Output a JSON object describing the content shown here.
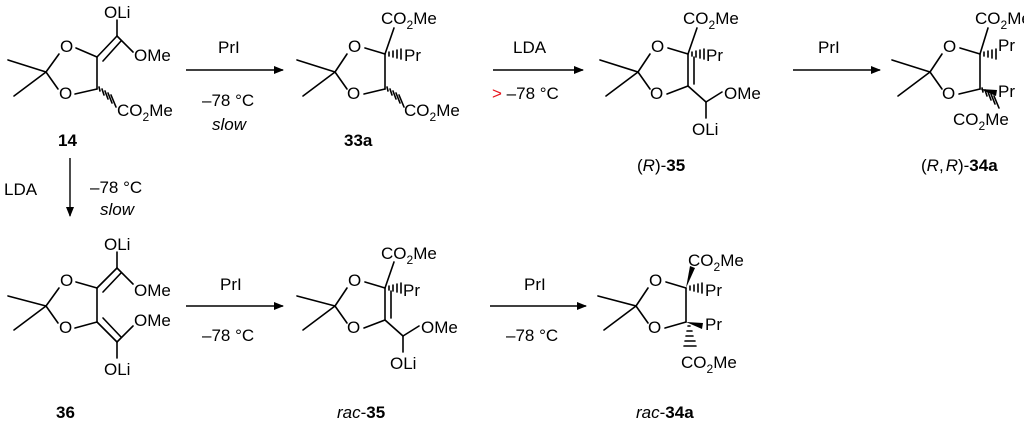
{
  "compounds": {
    "c14": {
      "label": "14",
      "oli": "OLi",
      "ome": "OMe",
      "co2me_1": "CO",
      "co2me_2": "2",
      "co2me_3": "Me",
      "o_top": "O",
      "o_bot": "O"
    },
    "c33a": {
      "label": "33a",
      "co2me_top_1": "CO",
      "co2me_top_2": "2",
      "co2me_top_3": "Me",
      "pr": "Pr",
      "co2me_1": "CO",
      "co2me_2": "2",
      "co2me_3": "Me",
      "o_top": "O",
      "o_bot": "O"
    },
    "cR35": {
      "prefix": "(",
      "stereo": "R",
      "suffix": ")-",
      "label": "35",
      "co2me_1": "CO",
      "co2me_2": "2",
      "co2me_3": "Me",
      "pr": "Pr",
      "ome": "OMe",
      "oli": "OLi",
      "o_top": "O",
      "o_bot": "O"
    },
    "cRR34a": {
      "prefix": "(",
      "stereo1": "R",
      "comma": ",",
      "stereo2": "R",
      "suffix": ")-",
      "label": "34a",
      "co2me_top_1": "CO",
      "co2me_top_2": "2",
      "co2me_top_3": "Me",
      "pr1": "Pr",
      "pr2": "Pr",
      "co2me_1": "CO",
      "co2me_2": "2",
      "co2me_3": "Me",
      "o_top": "O",
      "o_bot": "O"
    },
    "c36": {
      "label": "36",
      "oli_top": "OLi",
      "ome_top": "OMe",
      "ome_bot": "OMe",
      "oli_bot": "OLi",
      "o_top": "O",
      "o_bot": "O"
    },
    "rac35": {
      "prefix": "rac",
      "dash": "-",
      "label": "35",
      "co2me_1": "CO",
      "co2me_2": "2",
      "co2me_3": "Me",
      "pr": "Pr",
      "ome": "OMe",
      "oli": "OLi",
      "o_top": "O",
      "o_bot": "O"
    },
    "rac34a": {
      "prefix": "rac",
      "dash": "-",
      "label": "34a",
      "co2me_top_1": "CO",
      "co2me_top_2": "2",
      "co2me_top_3": "Me",
      "pr1": "Pr",
      "pr2": "Pr",
      "co2me_1": "CO",
      "co2me_2": "2",
      "co2me_3": "Me",
      "o_top": "O",
      "o_bot": "O"
    }
  },
  "arrows": {
    "a1": {
      "reagent": "PrI",
      "temp": "–78 °C",
      "note": "slow"
    },
    "a2": {
      "reagent": "LDA",
      "gt": ">",
      "temp": " –78 °C"
    },
    "a3": {
      "reagent": "PrI"
    },
    "a4": {
      "reagent": "LDA",
      "temp": "–78 °C",
      "note": "slow"
    },
    "a5": {
      "reagent": "PrI",
      "temp": "–78 °C"
    },
    "a6": {
      "reagent": "PrI",
      "temp": "–78 °C"
    }
  },
  "colors": {
    "highlight": "#e8141c"
  }
}
